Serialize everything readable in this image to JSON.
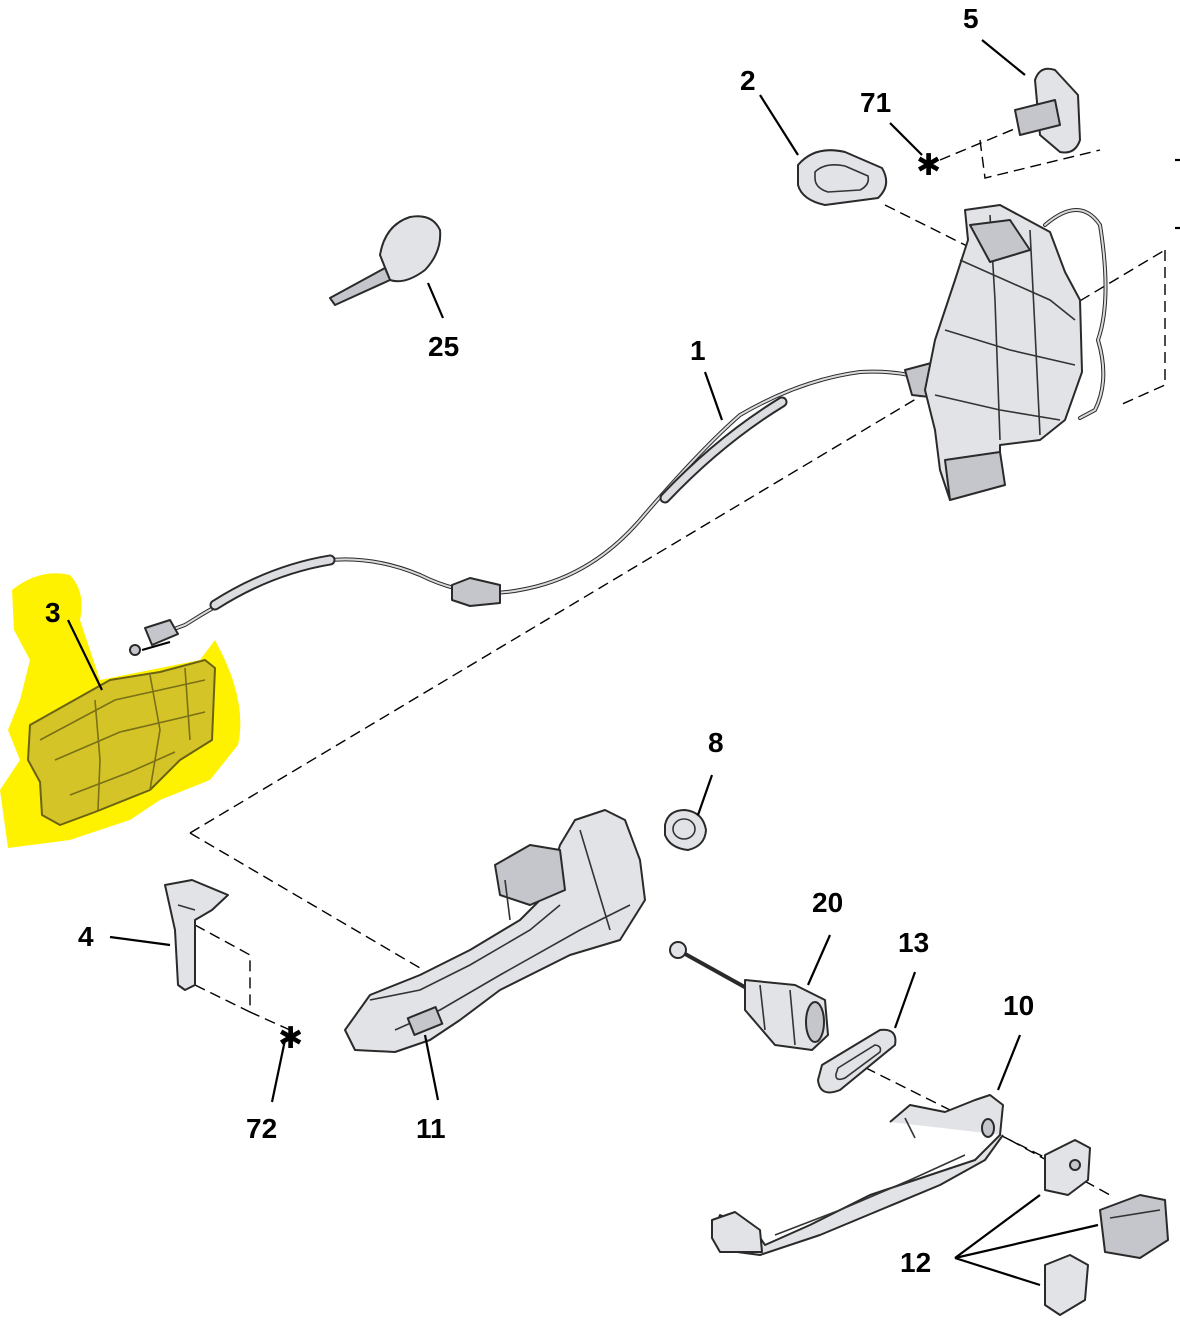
{
  "callouts": [
    {
      "id": "1",
      "label": "1"
    },
    {
      "id": "2",
      "label": "2"
    },
    {
      "id": "3",
      "label": "3",
      "highlighted": true
    },
    {
      "id": "4",
      "label": "4"
    },
    {
      "id": "5",
      "label": "5"
    },
    {
      "id": "8",
      "label": "8"
    },
    {
      "id": "10",
      "label": "10"
    },
    {
      "id": "11",
      "label": "11"
    },
    {
      "id": "12",
      "label": "12"
    },
    {
      "id": "13",
      "label": "13"
    },
    {
      "id": "20",
      "label": "20"
    },
    {
      "id": "25",
      "label": "25"
    },
    {
      "id": "71",
      "label": "71"
    },
    {
      "id": "72",
      "label": "72"
    }
  ],
  "colors": {
    "highlight": "#fff200",
    "part_fill": "#e2e3e6",
    "outline": "#2a2a2a",
    "callout_text": "#000000"
  },
  "icons": {
    "fastener_marker": "asterisk-icon"
  }
}
